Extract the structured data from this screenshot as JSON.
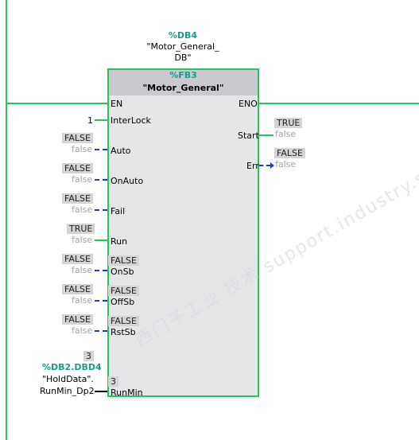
{
  "instance_db": {
    "ref": "%DB4",
    "name_line1": "\"Motor_General_",
    "name_line2": "DB\""
  },
  "fb": {
    "ref": "%FB3",
    "name": "\"Motor_General\""
  },
  "pins": {
    "en": "EN",
    "eno": "ENO",
    "interlock": {
      "label": "InterLock",
      "value": "1"
    },
    "auto": {
      "label": "Auto",
      "status": "FALSE",
      "live": "false"
    },
    "onauto": {
      "label": "OnAuto",
      "status": "FALSE",
      "live": "false"
    },
    "fail": {
      "label": "Fail",
      "status": "FALSE",
      "live": "false"
    },
    "run": {
      "label": "Run",
      "status": "TRUE",
      "live": "false"
    },
    "onsb": {
      "label": "OnSb",
      "status": "FALSE",
      "live": "false",
      "inner": "FALSE"
    },
    "offsb": {
      "label": "OffSb",
      "status": "FALSE",
      "live": "false",
      "inner": "FALSE"
    },
    "rstsb": {
      "label": "RstSb",
      "status": "FALSE",
      "live": "false",
      "inner": "FALSE"
    },
    "runmin": {
      "label": "RunMin",
      "value": "3",
      "inner": "3",
      "ref": "%DB2.DBD4",
      "name_line1": "\"HoldData\".",
      "name_line2": "RunMin_Dp2"
    },
    "start": {
      "label": "Start",
      "status": "TRUE",
      "live": "false"
    },
    "err": {
      "label": "Err",
      "status": "FALSE",
      "live": "false"
    }
  },
  "watermark": "西门子工业 技术 support.industry.siemens.com/cs",
  "colors": {
    "wire_active": "#22c55e",
    "wire_inactive": "#1e40af",
    "symbol": "#1a9c8c",
    "block_bg": "#e6e6e8",
    "header_bg": "#c9c9cf"
  }
}
